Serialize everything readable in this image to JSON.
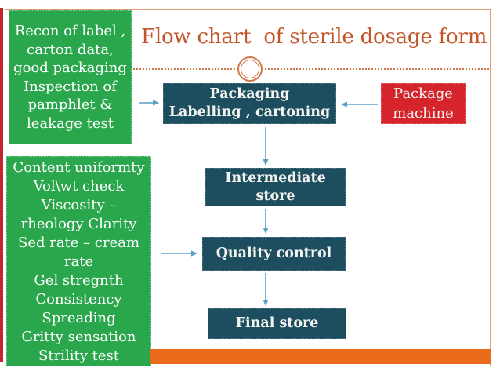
{
  "slide": {
    "title": "Flow chart  of sterile dosage form",
    "colors": {
      "title": "#c4552a",
      "green": "#2aa74c",
      "teal": "#1d4e5f",
      "red": "#d5242c",
      "accent_bar": "#e86a1a",
      "arrow": "#5b9fc6",
      "frame": "#dd9c72",
      "dotted": "#cf7a4a",
      "left_strip": "#c0262c"
    },
    "icons": {
      "divider_ornament": "double-circle"
    }
  },
  "notes": {
    "packaging_checks": {
      "lines": [
        "Recon of label ,",
        "carton data,",
        "good packaging",
        "Inspection of",
        "pamphlet &",
        "leakage test"
      ]
    },
    "quality_checks": {
      "lines": [
        "Content uniformty",
        "Vol\\wt check",
        "Viscosity –",
        "rheology Clarity",
        "Sed rate – cream",
        "rate",
        "Gel stregnth",
        "Consistency",
        "Spreading",
        "Gritty sensation",
        "Strility test"
      ]
    }
  },
  "flow": {
    "packaging": {
      "lines": [
        "Packaging",
        "Labelling , cartoning"
      ]
    },
    "intermediate_store": {
      "lines": [
        "Intermediate",
        "store"
      ]
    },
    "quality_control": {
      "lines": [
        "Quality control"
      ]
    },
    "final_store": {
      "lines": [
        "Final store"
      ]
    },
    "package_machine": {
      "lines": [
        "Package",
        "machine"
      ]
    }
  }
}
